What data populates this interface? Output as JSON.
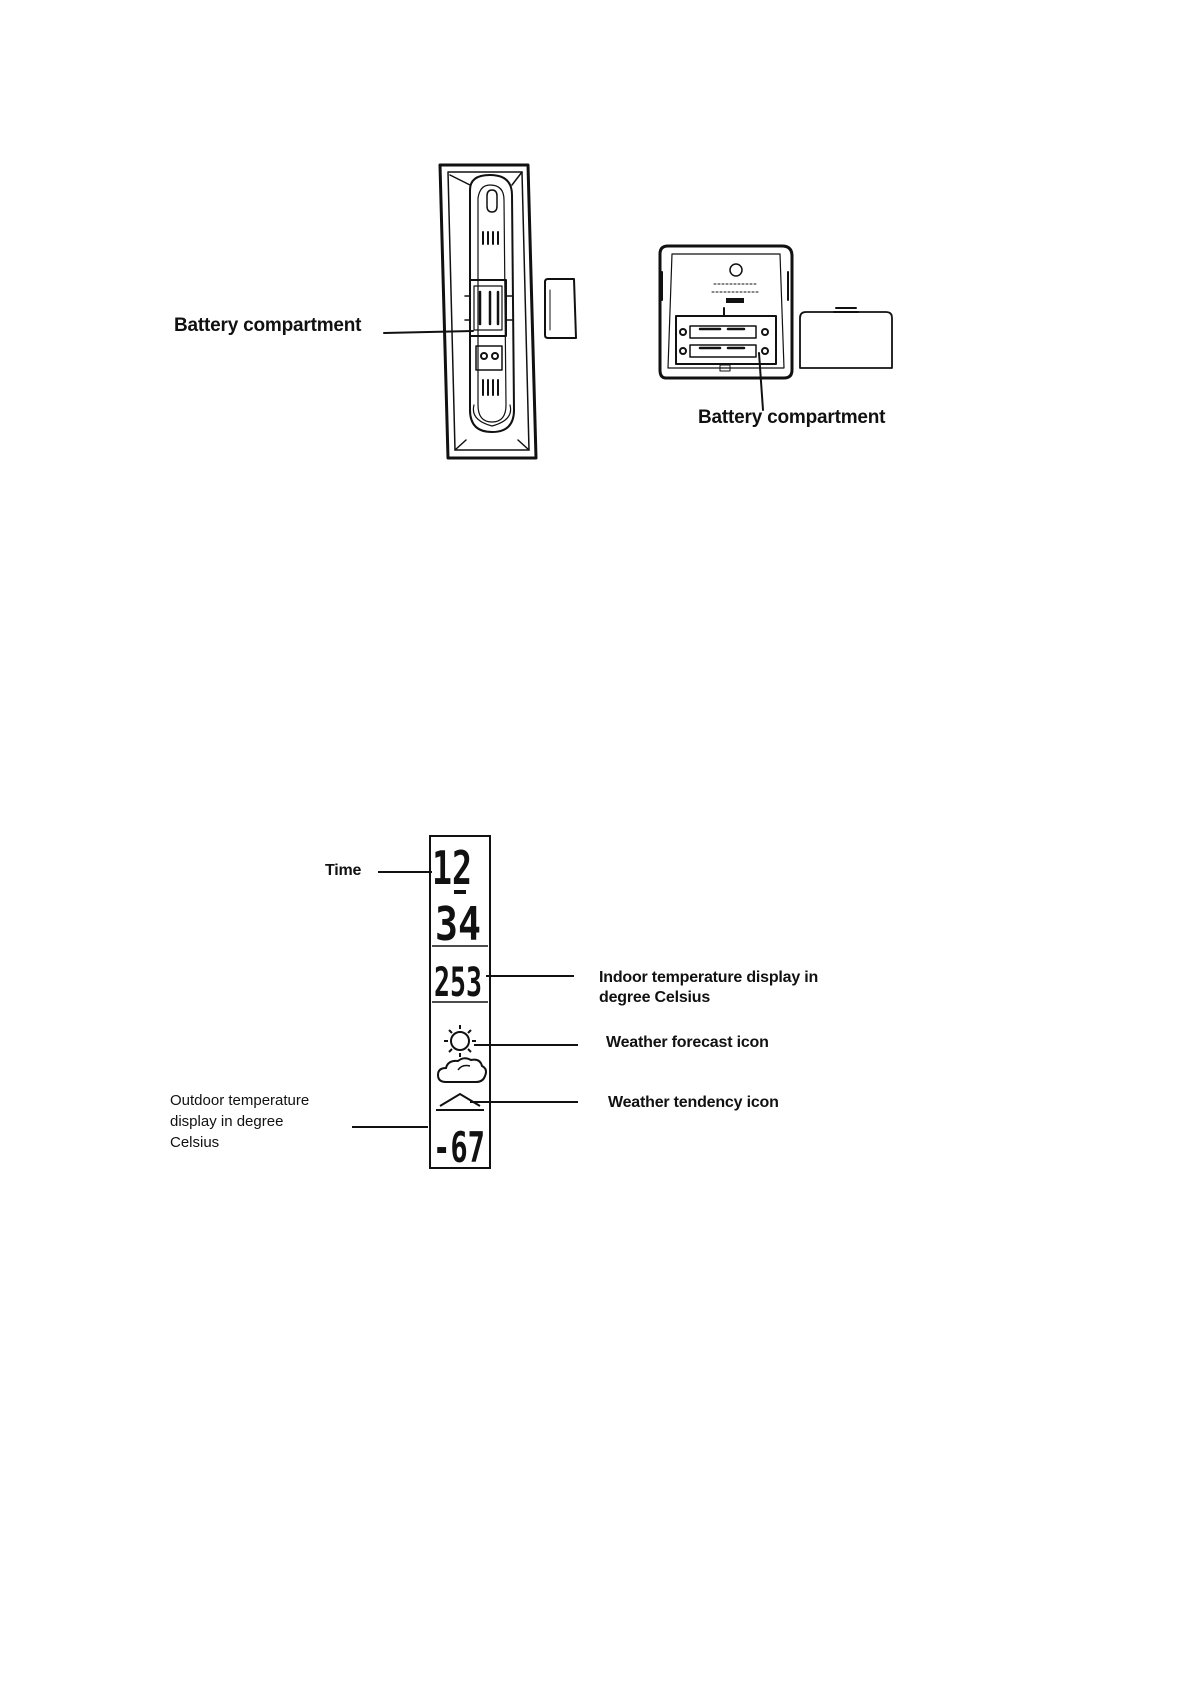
{
  "figure_top": {
    "label_left": "Battery compartment",
    "label_right": "Battery compartment"
  },
  "figure_bottom": {
    "label_time": "Time",
    "label_indoor_line1": "Indoor temperature display in",
    "label_indoor_line2": "degree Celsius",
    "label_forecast": "Weather forecast icon",
    "label_tendency": "Weather tendency icon",
    "label_outdoor_line1": "Outdoor temperature",
    "label_outdoor_line2": "display in degree",
    "label_outdoor_line3": "Celsius",
    "display_hour": "12",
    "display_minute": "34",
    "display_indoor": "253",
    "display_outdoor": "-67"
  },
  "colors": {
    "ink": "#111111",
    "paper": "#ffffff"
  }
}
